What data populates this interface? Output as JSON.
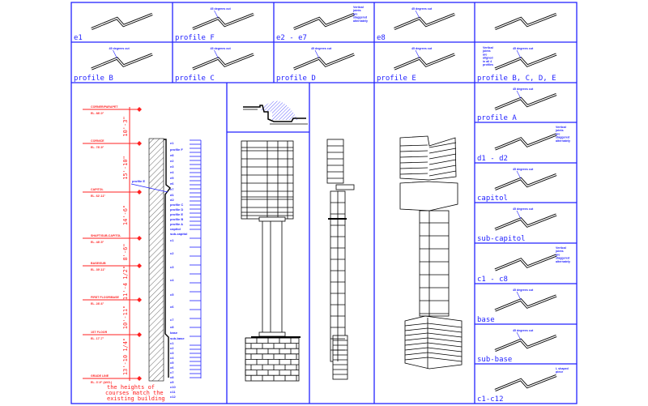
{
  "top_row_1": [
    {
      "label": "e1",
      "note": ""
    },
    {
      "label": "profile F",
      "note": "45 degrees cut"
    },
    {
      "label": "e2 - e7",
      "note": "Vertical joints are staggered alternately"
    },
    {
      "label": "e8",
      "note": "45 degrees cut"
    },
    {
      "label": "",
      "note": ""
    }
  ],
  "top_row_2": [
    {
      "label": "profile B",
      "note": "45 degrees cut"
    },
    {
      "label": "profile C",
      "note": "45 degrees cut"
    },
    {
      "label": "profile D",
      "note": "45 degrees cut"
    },
    {
      "label": "profile E",
      "note": "45 degrees cut"
    },
    {
      "label": "profile B, C, D, E",
      "note": "45 degrees cut",
      "note2": "Vertical joints are aligned in all 4 profiles"
    }
  ],
  "right_column": [
    {
      "label": "profile A",
      "note": "45 degrees cut"
    },
    {
      "label": "d1 - d2",
      "note": "Vertical joints are staggered alternately"
    },
    {
      "label": "capitol",
      "note": "45 degrees cut"
    },
    {
      "label": "sub-capitol",
      "note": "45 degrees cut"
    },
    {
      "label": "c1 - c8",
      "note": "Vertical joints are staggered alternately"
    },
    {
      "label": "base",
      "note": "45 degrees cut"
    },
    {
      "label": "sub-base",
      "note": "45 degrees cut"
    },
    {
      "label": "c1-c12",
      "note": "L shaped piece"
    }
  ],
  "section": {
    "levels": [
      {
        "name": "CORNER/PARAPET",
        "elev": "EL. 88'-0\""
      },
      {
        "name": "CORNICE",
        "elev": "EL. 78'-9\""
      },
      {
        "name": "CAPITOL",
        "elev": "EL. 62'-11\""
      },
      {
        "name": "SHAFT/SUB-CAPITOL",
        "elev": "EL. 48'-5\""
      },
      {
        "name": "BASE/SUB",
        "elev": "EL. 39'-11\""
      },
      {
        "name": "FIRST FLOOR/BASE",
        "elev": "EL. 28'-6\""
      },
      {
        "name": "1ST FLOOR",
        "elev": "EL. 17'-7\""
      },
      {
        "name": "GRADE LINE",
        "elev": "EL. 3'-9\" (AVG.)"
      }
    ],
    "dimensions": [
      "10'-3\"",
      "15'-10\"",
      "14'-6\"",
      "8'-6\"",
      "11'-4 1/2\"",
      "10'-11\"",
      "13'-10 1/4\""
    ],
    "courses": [
      "e1",
      "profile F",
      "e8",
      "e2",
      "e3",
      "e4",
      "e5",
      "e6",
      "e7",
      "d1",
      "d2",
      "profile C",
      "profile D",
      "profile E",
      "profile B",
      "profile A",
      "capitol",
      "sub-capitol",
      "c1",
      "c2",
      "c3",
      "c4",
      "c5",
      "c6",
      "c7",
      "c8",
      "base",
      "sub-base",
      "c1",
      "c2",
      "c3",
      "c4",
      "c5",
      "c6",
      "c7",
      "c8",
      "c9",
      "c10",
      "c11",
      "c12"
    ],
    "profile_pointer": "profile E",
    "note": "the heights of courses match the existing building"
  }
}
